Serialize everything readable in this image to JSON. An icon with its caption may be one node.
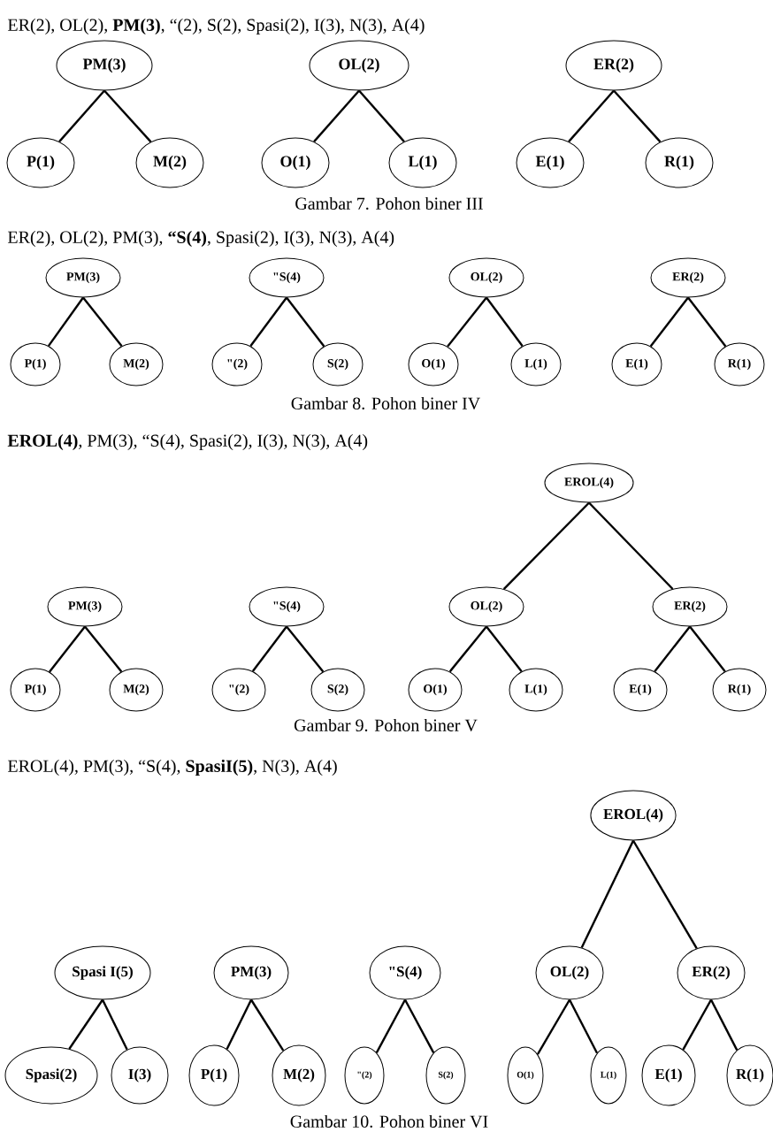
{
  "diagram": {
    "nodes": [
      {
        "text": [
          "PM(3)"
        ]
      },
      {
        "text": [
          "P(1)"
        ]
      },
      {
        "text": [
          "M(2)"
        ]
      },
      {
        "text": [
          "OL(2)"
        ]
      },
      {
        "text": [
          "O(1)"
        ]
      },
      {
        "text": [
          "L(1)"
        ]
      },
      {
        "text": [
          "ER(2)"
        ]
      },
      {
        "text": [
          "E(1)"
        ]
      },
      {
        "text": [
          "R(1)"
        ]
      },
      {
        "text": [
          "PM(3)"
        ]
      },
      {
        "text": [
          "P(1)"
        ]
      },
      {
        "text": [
          "M(2)"
        ]
      },
      {
        "text": [
          "\"S(4)"
        ]
      },
      {
        "text": [
          "\"(2)"
        ]
      },
      {
        "text": [
          "S(2)"
        ]
      },
      {
        "text": [
          "OL(2)"
        ]
      },
      {
        "text": [
          "O(1)"
        ]
      },
      {
        "text": [
          "L(1)"
        ]
      },
      {
        "text": [
          "ER(2)"
        ]
      },
      {
        "text": [
          "E(1)"
        ]
      },
      {
        "text": [
          "R(1)"
        ]
      },
      {
        "text": [
          "EROL(4)"
        ]
      },
      {
        "text": [
          "PM(3)"
        ]
      },
      {
        "text": [
          "P(1)"
        ]
      },
      {
        "text": [
          "M(2)"
        ]
      },
      {
        "text": [
          "\"S(4)"
        ]
      },
      {
        "text": [
          "\"(2)"
        ]
      },
      {
        "text": [
          "S(2)"
        ]
      },
      {
        "text": [
          "OL(2)"
        ]
      },
      {
        "text": [
          "O(1)"
        ]
      },
      {
        "text": [
          "L(1)"
        ]
      },
      {
        "text": [
          "ER(2)"
        ]
      },
      {
        "text": [
          "E(1)"
        ]
      },
      {
        "text": [
          "R(1)"
        ]
      },
      {
        "text": [
          "EROL(4)"
        ]
      },
      {
        "text": [
          "Spasi I(5)"
        ]
      },
      {
        "text": [
          "Spasi(2)"
        ]
      },
      {
        "text": [
          "I(3)"
        ]
      },
      {
        "text": [
          "PM(3)"
        ]
      },
      {
        "text": [
          "P(1)"
        ]
      },
      {
        "text": [
          "M(2)"
        ]
      },
      {
        "text": [
          "\"S(4)"
        ]
      },
      {
        "text": [
          "\"(2)"
        ]
      },
      {
        "text": [
          "S(2)"
        ]
      },
      {
        "text": [
          "OL(2)"
        ]
      },
      {
        "text": [
          "O(1)"
        ]
      },
      {
        "text": [
          "L(1)"
        ]
      },
      {
        "text": [
          "ER(2)"
        ]
      },
      {
        "text": [
          "E(1)"
        ]
      },
      {
        "text": [
          "R(1)"
        ]
      }
    ],
    "edges": [
      {
        "from": 0,
        "to": 1,
        "arrow": "none"
      },
      {
        "from": 0,
        "to": 2,
        "arrow": "none"
      },
      {
        "from": 3,
        "to": 4,
        "arrow": "none"
      },
      {
        "from": 3,
        "to": 5,
        "arrow": "none"
      },
      {
        "from": 6,
        "to": 7,
        "arrow": "none"
      },
      {
        "from": 6,
        "to": 8,
        "arrow": "none"
      },
      {
        "from": 9,
        "to": 10,
        "arrow": "none"
      },
      {
        "from": 9,
        "to": 11,
        "arrow": "none"
      },
      {
        "from": 12,
        "to": 13,
        "arrow": "none"
      },
      {
        "from": 12,
        "to": 14,
        "arrow": "none"
      },
      {
        "from": 15,
        "to": 16,
        "arrow": "none"
      },
      {
        "from": 15,
        "to": 17,
        "arrow": "none"
      },
      {
        "from": 18,
        "to": 19,
        "arrow": "none"
      },
      {
        "from": 18,
        "to": 20,
        "arrow": "none"
      },
      {
        "from": 21,
        "to": 28,
        "arrow": "none"
      },
      {
        "from": 21,
        "to": 31,
        "arrow": "none"
      },
      {
        "from": 22,
        "to": 23,
        "arrow": "none"
      },
      {
        "from": 22,
        "to": 24,
        "arrow": "none"
      },
      {
        "from": 25,
        "to": 26,
        "arrow": "none"
      },
      {
        "from": 25,
        "to": 27,
        "arrow": "none"
      },
      {
        "from": 28,
        "to": 29,
        "arrow": "none"
      },
      {
        "from": 28,
        "to": 30,
        "arrow": "none"
      },
      {
        "from": 31,
        "to": 32,
        "arrow": "none"
      },
      {
        "from": 31,
        "to": 33,
        "arrow": "none"
      },
      {
        "from": 34,
        "to": 44,
        "arrow": "none"
      },
      {
        "from": 34,
        "to": 47,
        "arrow": "none"
      },
      {
        "from": 35,
        "to": 36,
        "arrow": "none"
      },
      {
        "from": 35,
        "to": 37,
        "arrow": "none"
      },
      {
        "from": 38,
        "to": 39,
        "arrow": "none"
      },
      {
        "from": 38,
        "to": 40,
        "arrow": "none"
      },
      {
        "from": 41,
        "to": 42,
        "arrow": "none"
      },
      {
        "from": 41,
        "to": 43,
        "arrow": "none"
      },
      {
        "from": 44,
        "to": 45,
        "arrow": "none"
      },
      {
        "from": 44,
        "to": 46,
        "arrow": "none"
      },
      {
        "from": 47,
        "to": 48,
        "arrow": "none"
      },
      {
        "from": 47,
        "to": 49,
        "arrow": "none"
      }
    ],
    "labels": [
      "ER(2),   OL(2),   **PM(3)**,   “(2),   S(2),   Spasi(2),   I(3),   N(3),   A(4)",
      "Gambar 7. Pohon biner III",
      "ER(2),   OL(2),   PM(3),   **“S(4)**,   Spasi(2),   I(3),   N(3),   A(4)",
      "Gambar 8. Pohon biner IV",
      "**EROL(4)**,   PM(3),   “S(4),   Spasi(2),   I(3),   N(3),   A(4)",
      "Gambar 9. Pohon biner V",
      "EROL(4),   PM(3),   “S(4),   **SpasiI(5)**,  N(3),   A(4)",
      "Gambar 10. Pohon biner VI"
    ]
  }
}
